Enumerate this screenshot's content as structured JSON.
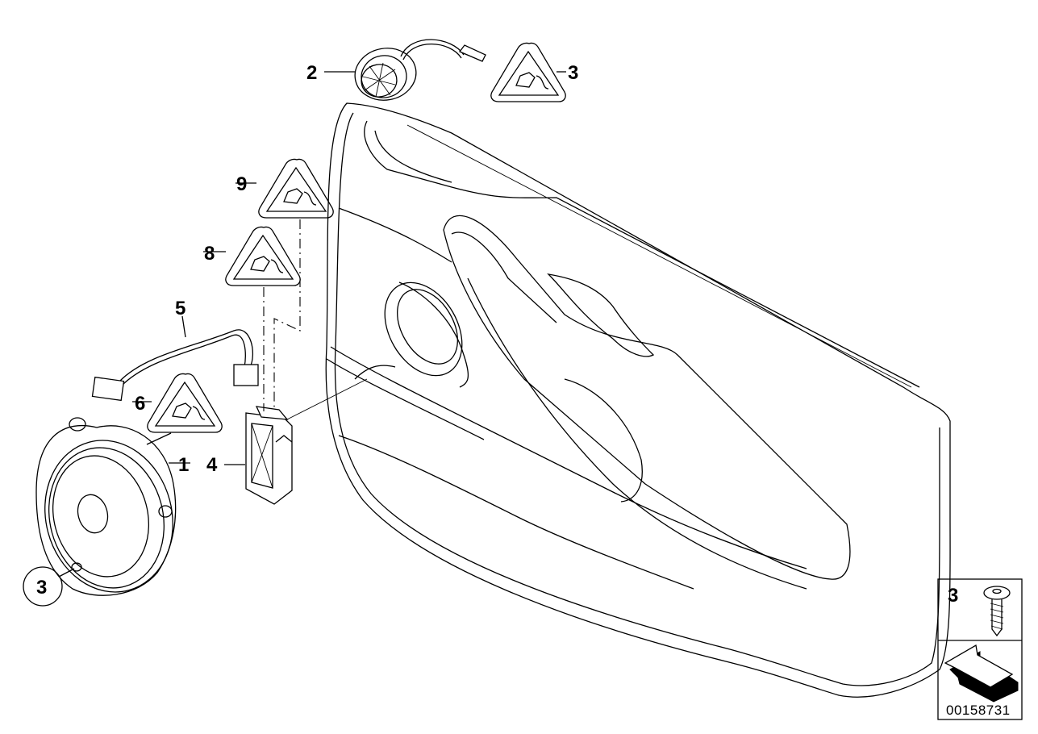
{
  "diagram": {
    "callouts": [
      "1",
      "2",
      "3",
      "3",
      "4",
      "5",
      "6",
      "8",
      "9"
    ],
    "legend": {
      "item_number": "3"
    },
    "drawing_number": "00158731"
  }
}
